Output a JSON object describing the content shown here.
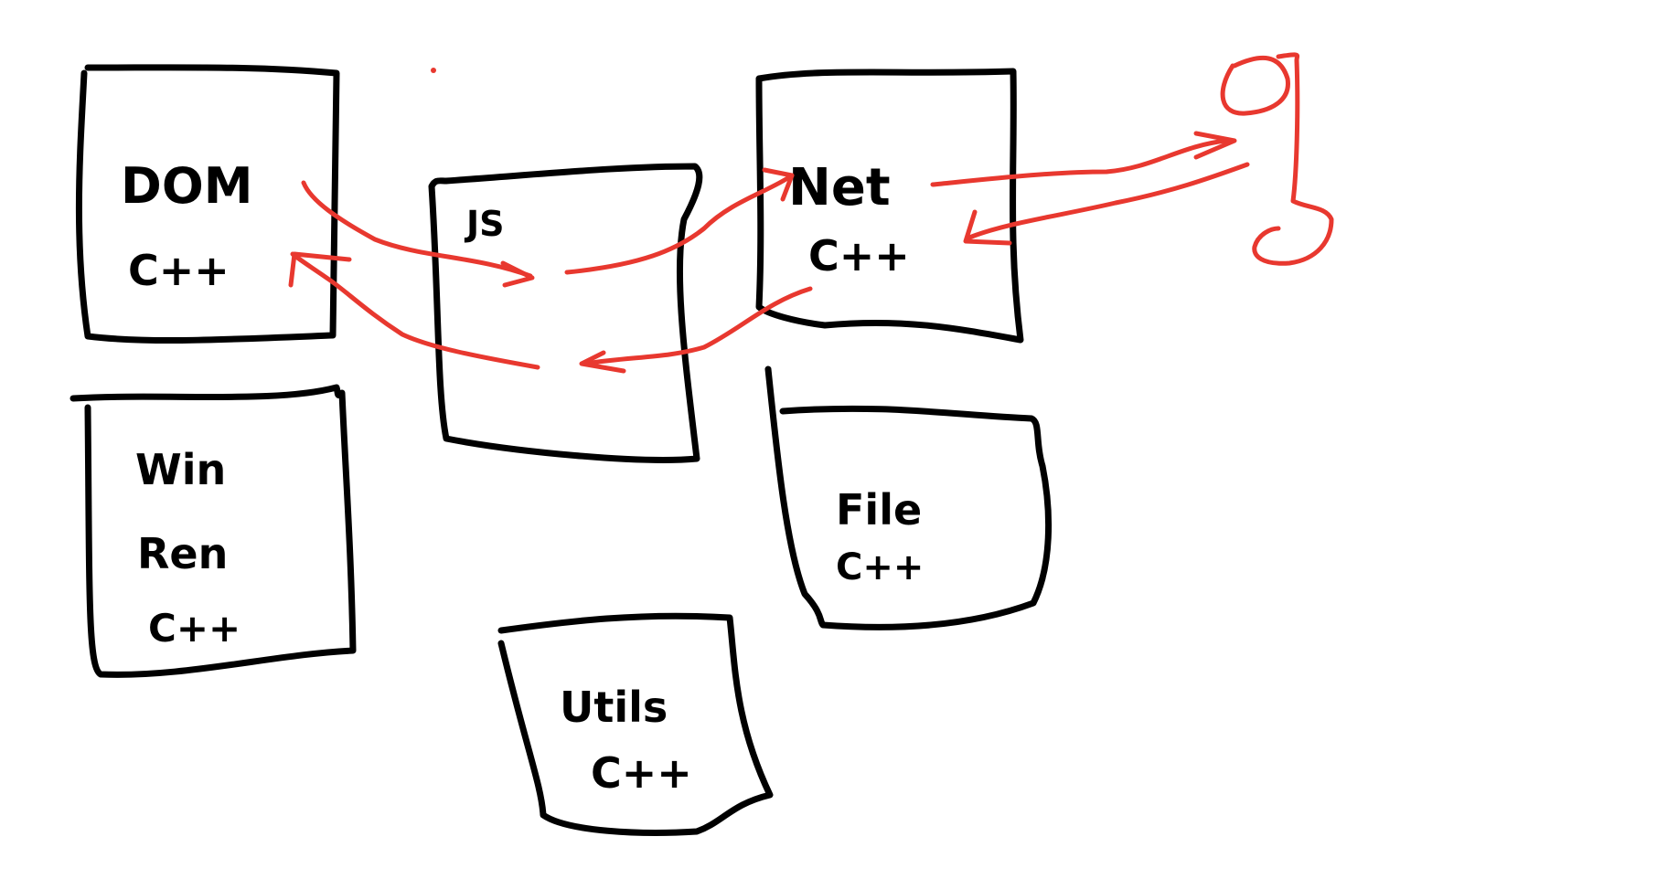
{
  "colors": {
    "ink": "#000000",
    "arrow": "#e8382f",
    "background": "#ffffff"
  },
  "boxes": {
    "dom": {
      "name": "DOM",
      "lang": "C++"
    },
    "js": {
      "name": "JS"
    },
    "net": {
      "name": "Net",
      "lang": "C++"
    },
    "win": {
      "name": "Win",
      "subname": "Ren",
      "lang": "C++"
    },
    "file": {
      "name": "File",
      "lang": "C++"
    },
    "utils": {
      "name": "Utils",
      "lang": "C++"
    }
  },
  "external": {
    "label": "g",
    "icon": "google-g-icon"
  }
}
